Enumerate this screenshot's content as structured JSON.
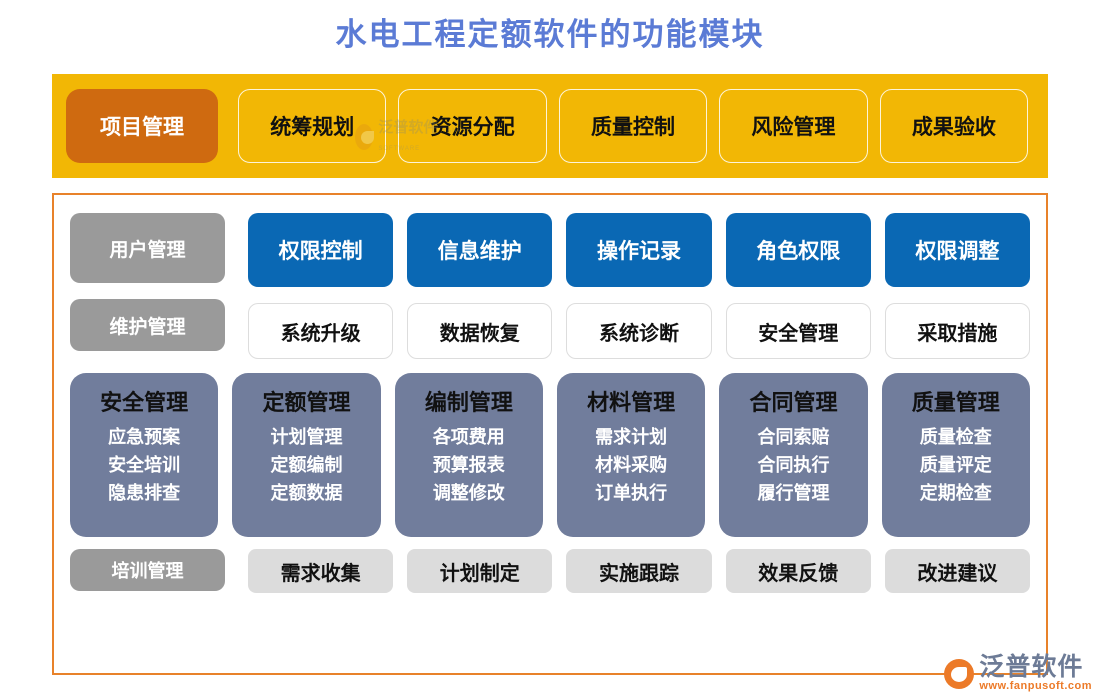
{
  "page": {
    "title": "水电工程定额软件的功能模块",
    "title_color": "#5b7bd5"
  },
  "header": {
    "band_color": "#f2b705",
    "active_color": "#cf6a10",
    "items": [
      {
        "label": "项目管理",
        "active": true
      },
      {
        "label": "统筹规划",
        "active": false
      },
      {
        "label": "资源分配",
        "active": false
      },
      {
        "label": "质量控制",
        "active": false
      },
      {
        "label": "风险管理",
        "active": false
      },
      {
        "label": "成果验收",
        "active": false
      }
    ]
  },
  "body": {
    "frame_color": "#e8822a",
    "rows": [
      {
        "tag": "用户管理",
        "style": "blue",
        "items": [
          "权限控制",
          "信息维护",
          "操作记录",
          "角色权限",
          "权限调整"
        ]
      },
      {
        "tag": "维护管理",
        "style": "white",
        "items": [
          "系统升级",
          "数据恢复",
          "系统诊断",
          "安全管理",
          "采取措施"
        ]
      },
      {
        "tag": "培训管理",
        "style": "gray",
        "items": [
          "需求收集",
          "计划制定",
          "实施跟踪",
          "效果反馈",
          "改进建议"
        ]
      }
    ],
    "cards": {
      "card_color": "#717d9c",
      "items": [
        {
          "title": "安全管理",
          "subs": [
            "应急预案",
            "安全培训",
            "隐患排查"
          ]
        },
        {
          "title": "定额管理",
          "subs": [
            "计划管理",
            "定额编制",
            "定额数据"
          ]
        },
        {
          "title": "编制管理",
          "subs": [
            "各项费用",
            "预算报表",
            "调整修改"
          ]
        },
        {
          "title": "材料管理",
          "subs": [
            "需求计划",
            "材料采购",
            "订单执行"
          ]
        },
        {
          "title": "合同管理",
          "subs": [
            "合同索赔",
            "合同执行",
            "履行管理"
          ]
        },
        {
          "title": "质量管理",
          "subs": [
            "质量检查",
            "质量评定",
            "定期检查"
          ]
        }
      ]
    }
  },
  "watermark": {
    "center_text": "泛普软件",
    "center_sub": "FANPU SOFTWARE"
  },
  "brand": {
    "name": "泛普软件",
    "url": "www.fanpusoft.com",
    "accent": "#ec7a28"
  }
}
